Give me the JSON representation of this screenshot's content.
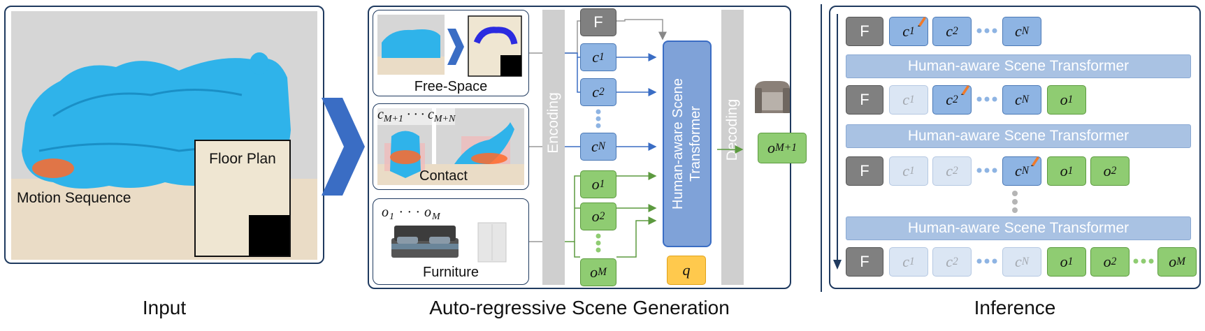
{
  "captions": {
    "input": "Input",
    "generation": "Auto-regressive Scene Generation",
    "inference": "Inference"
  },
  "input_panel": {
    "motion_label": "Motion Sequence",
    "floorplan_label": "Floor Plan"
  },
  "condition_boxes": {
    "free_space": "Free-Space",
    "contact": "Contact",
    "furniture": "Furniture",
    "contact_range": "c_{M+1} · · · c_{M+N}",
    "furniture_range": "o_1 · · · o_M"
  },
  "pipeline": {
    "encoding": "Encoding",
    "decoding": "Decoding",
    "transformer": "Human-aware Scene Transformer",
    "f_token": "F",
    "c_tokens": [
      "c_1",
      "c_2",
      "c_N"
    ],
    "o_tokens": [
      "o_1",
      "o_2",
      "o_M"
    ],
    "query": "q",
    "output": "o_{M+1}"
  },
  "inference": {
    "bar_label": "Human-aware Scene Transformer",
    "f_token": "F"
  },
  "colors": {
    "border": "#1f3a5f",
    "contact_token": "#8eb4e3",
    "object_token": "#8fcc72",
    "feature_token": "#808080",
    "query_token": "#ffc94d",
    "transformer": "#7fa2d8"
  }
}
